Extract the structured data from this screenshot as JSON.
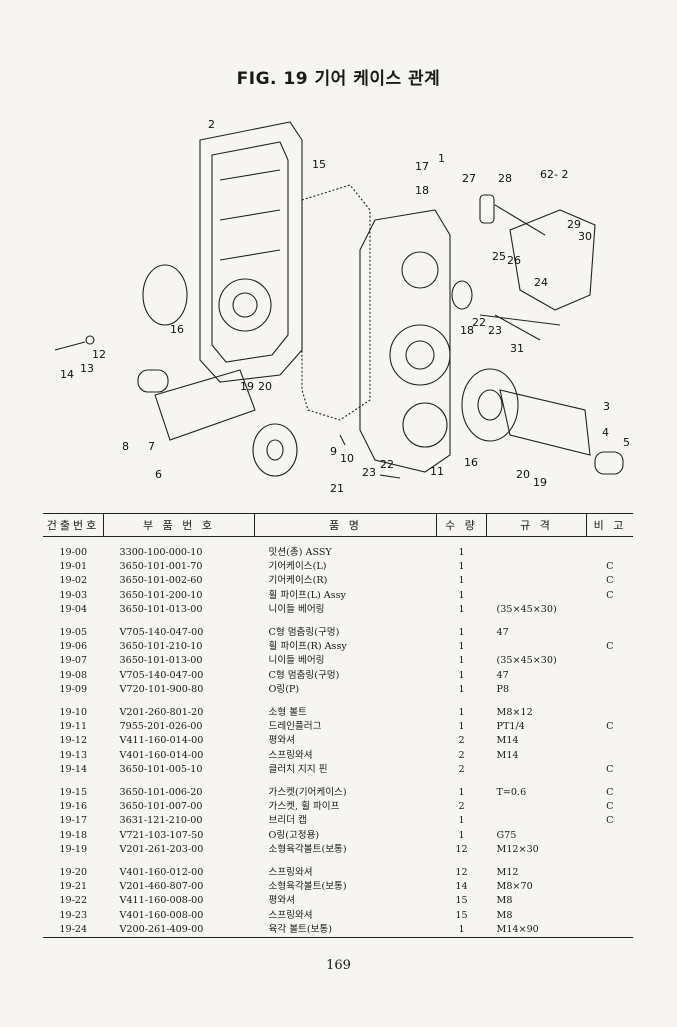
{
  "figure": {
    "title": "FIG. 19 기어 케이스 관계",
    "callouts": [
      "1",
      "2",
      "3",
      "4",
      "5",
      "6",
      "7",
      "8",
      "9",
      "10",
      "11",
      "12",
      "13",
      "14",
      "15",
      "16",
      "16",
      "17",
      "18",
      "18",
      "19",
      "19",
      "20",
      "20",
      "21",
      "22",
      "22",
      "23",
      "23",
      "24",
      "25",
      "26",
      "27",
      "28",
      "29",
      "30",
      "31",
      "62- 2"
    ]
  },
  "table": {
    "headers": {
      "no": "건출번호",
      "part_no": "부 품 번 호",
      "name": "품 명",
      "qty": "수 량",
      "spec": "규 격",
      "note": "비 고"
    },
    "groups": [
      [
        {
          "no": "19-00",
          "part_no": "3300-100-000-10",
          "name": "밋션(총) ASSY",
          "qty": "1",
          "spec": "",
          "note": ""
        },
        {
          "no": "19-01",
          "part_no": "3650-101-001-70",
          "name": "기어케이스(L)",
          "qty": "1",
          "spec": "",
          "note": "C"
        },
        {
          "no": "19-02",
          "part_no": "3650-101-002-60",
          "name": "기어케이스(R)",
          "qty": "1",
          "spec": "",
          "note": "C"
        },
        {
          "no": "19-03",
          "part_no": "3650-101-200-10",
          "name": "휠 파이프(L) Assy",
          "qty": "1",
          "spec": "",
          "note": "C"
        },
        {
          "no": "19-04",
          "part_no": "3650-101-013-00",
          "name": "니이들 베어링",
          "qty": "1",
          "spec": "(35×45×30)",
          "note": ""
        }
      ],
      [
        {
          "no": "19-05",
          "part_no": "V705-140-047-00",
          "name": "C형 멈춤링(구멍)",
          "qty": "1",
          "spec": "47",
          "note": ""
        },
        {
          "no": "19-06",
          "part_no": "3650-101-210-10",
          "name": "휠 파이프(R) Assy",
          "qty": "1",
          "spec": "",
          "note": "C"
        },
        {
          "no": "19-07",
          "part_no": "3650-101-013-00",
          "name": "니이들 베어링",
          "qty": "1",
          "spec": "(35×45×30)",
          "note": ""
        },
        {
          "no": "19-08",
          "part_no": "V705-140-047-00",
          "name": "C형 멈춤링(구멍)",
          "qty": "1",
          "spec": "47",
          "note": ""
        },
        {
          "no": "19-09",
          "part_no": "V720-101-900-80",
          "name": "O링(P)",
          "qty": "1",
          "spec": "P8",
          "note": ""
        }
      ],
      [
        {
          "no": "19-10",
          "part_no": "V201-260-801-20",
          "name": "소형 볼트",
          "qty": "1",
          "spec": "M8×12",
          "note": ""
        },
        {
          "no": "19-11",
          "part_no": "7955-201-026-00",
          "name": "드레인플러그",
          "qty": "1",
          "spec": "PT1/4",
          "note": "C"
        },
        {
          "no": "19-12",
          "part_no": "V411-160-014-00",
          "name": "평와셔",
          "qty": "2",
          "spec": "M14",
          "note": ""
        },
        {
          "no": "19-13",
          "part_no": "V401-160-014-00",
          "name": "스프링와셔",
          "qty": "2",
          "spec": "M14",
          "note": ""
        },
        {
          "no": "19-14",
          "part_no": "3650-101-005-10",
          "name": "클러치 지지 핀",
          "qty": "2",
          "spec": "",
          "note": "C"
        }
      ],
      [
        {
          "no": "19-15",
          "part_no": "3650-101-006-20",
          "name": "가스켓(기어케이스)",
          "qty": "1",
          "spec": "T=0.6",
          "note": "C"
        },
        {
          "no": "19-16",
          "part_no": "3650-101-007-00",
          "name": "가스켓, 휠 파이프",
          "qty": "2",
          "spec": "",
          "note": "C"
        },
        {
          "no": "19-17",
          "part_no": "3631-121-210-00",
          "name": "브리더 캡",
          "qty": "1",
          "spec": "",
          "note": "C"
        },
        {
          "no": "19-18",
          "part_no": "V721-103-107-50",
          "name": "O링(고정용)",
          "qty": "1",
          "spec": "G75",
          "note": ""
        },
        {
          "no": "19-19",
          "part_no": "V201-261-203-00",
          "name": "소형육각볼트(보통)",
          "qty": "12",
          "spec": "M12×30",
          "note": ""
        }
      ],
      [
        {
          "no": "19-20",
          "part_no": "V401-160-012-00",
          "name": "스프링와셔",
          "qty": "12",
          "spec": "M12",
          "note": ""
        },
        {
          "no": "19-21",
          "part_no": "V201-460-807-00",
          "name": "소형육각볼트(보통)",
          "qty": "14",
          "spec": "M8×70",
          "note": ""
        },
        {
          "no": "19-22",
          "part_no": "V411-160-008-00",
          "name": "평와셔",
          "qty": "15",
          "spec": "M8",
          "note": ""
        },
        {
          "no": "19-23",
          "part_no": "V401-160-008-00",
          "name": "스프링와셔",
          "qty": "15",
          "spec": "M8",
          "note": ""
        },
        {
          "no": "19-24",
          "part_no": "V200-261-409-00",
          "name": "육각 볼트(보통)",
          "qty": "1",
          "spec": "M14×90",
          "note": ""
        }
      ]
    ]
  },
  "page_number": "169"
}
